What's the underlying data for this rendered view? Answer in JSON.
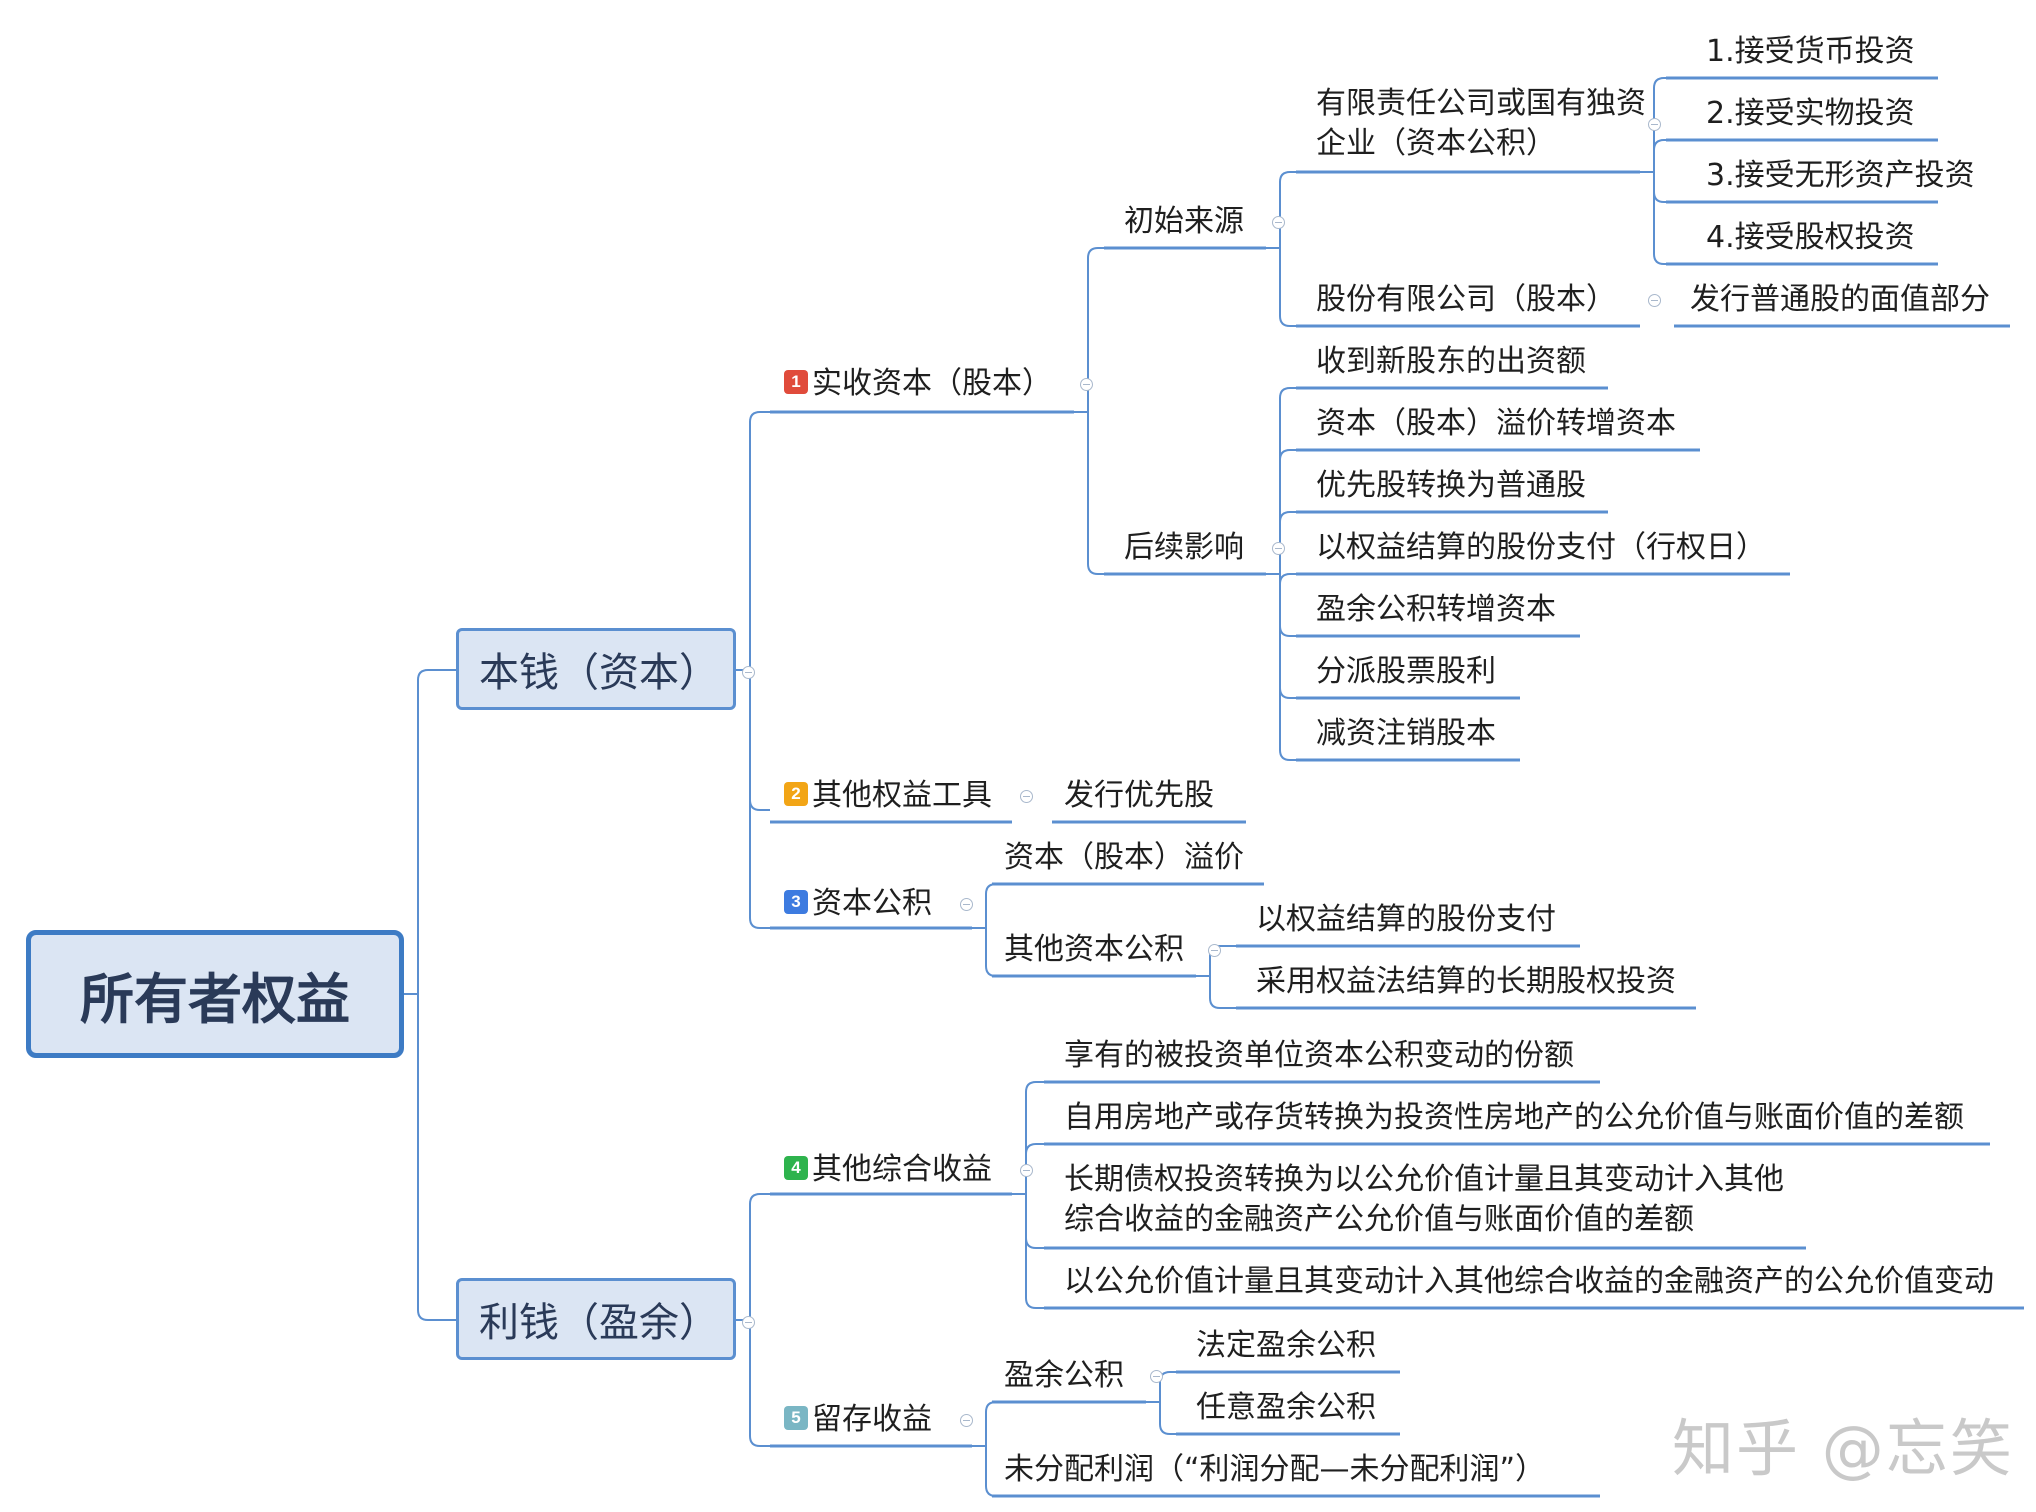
{
  "root": "所有者权益",
  "branch_capital": "本钱（资本）",
  "branch_surplus": "利钱（盈余）",
  "badge_colors": {
    "1": "#e04b3b",
    "2": "#f2a516",
    "3": "#3d7be0",
    "4": "#2eb34d",
    "5": "#7ab6c4"
  },
  "line_color": "#5b8fd0",
  "paid_in": {
    "badge": "1",
    "label": "实收资本（股本）",
    "initial": {
      "label": "初始来源",
      "llc": {
        "label": "有限责任公司或国有独资企业（资本公积）",
        "items": [
          "1.接受货币投资",
          "2.接受实物投资",
          "3.接受无形资产投资",
          "4.接受股权投资"
        ]
      },
      "jsc": {
        "label": "股份有限公司（股本）",
        "item": "发行普通股的面值部分"
      }
    },
    "subsequent": {
      "label": "后续影响",
      "items": [
        "收到新股东的出资额",
        "资本（股本）溢价转增资本",
        "优先股转换为普通股",
        "以权益结算的股份支付（行权日）",
        "盈余公积转增资本",
        "分派股票股利",
        "减资注销股本"
      ]
    }
  },
  "other_equity": {
    "badge": "2",
    "label": "其他权益工具",
    "item": "发行优先股"
  },
  "capital_reserve": {
    "badge": "3",
    "label": "资本公积",
    "premium": "资本（股本）溢价",
    "other": {
      "label": "其他资本公积",
      "items": [
        "以权益结算的股份支付",
        "采用权益法结算的长期股权投资"
      ]
    }
  },
  "oci": {
    "badge": "4",
    "label": "其他综合收益",
    "items": [
      "享有的被投资单位资本公积变动的份额",
      "自用房地产或存货转换为投资性房地产的公允价值与账面价值的差额",
      "长期债权投资转换为以公允价值计量且其变动计入其他综合收益的金融资产公允价值与账面价值的差额",
      "以公允价值计量且其变动计入其他综合收益的金融资产的公允价值变动"
    ]
  },
  "retained": {
    "badge": "5",
    "label": "留存收益",
    "surplus": {
      "label": "盈余公积",
      "items": [
        "法定盈余公积",
        "任意盈余公积"
      ]
    },
    "undistributed": "未分配利润（“利润分配—未分配利润”）"
  },
  "watermark": "知乎 @忘笑"
}
